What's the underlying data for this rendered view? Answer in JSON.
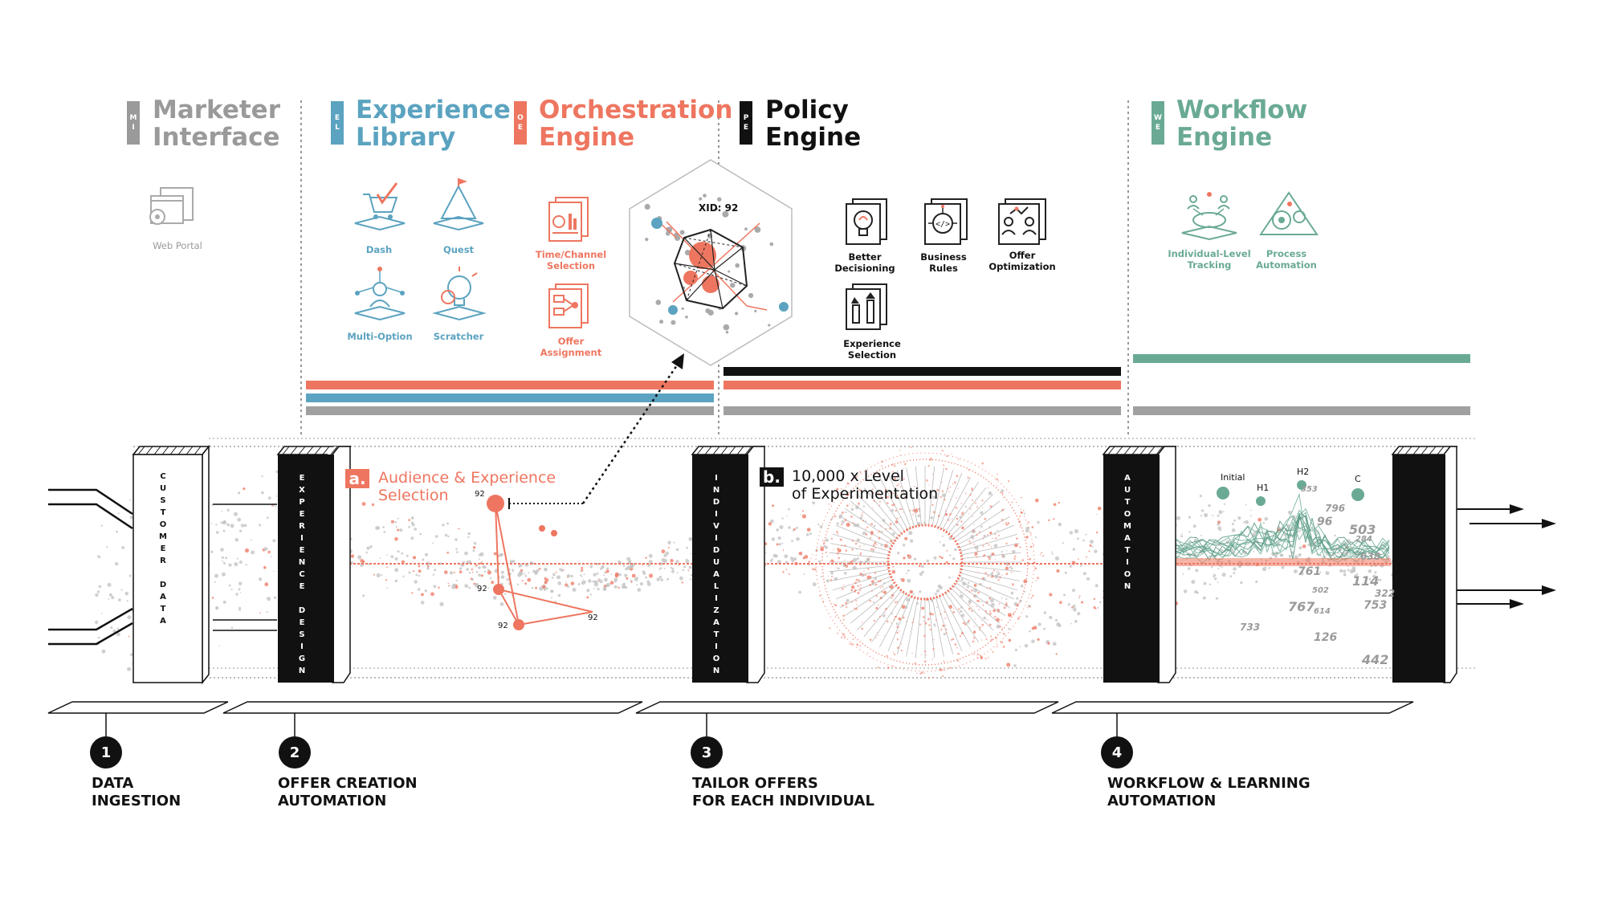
{
  "colors": {
    "gray": "#9a9a9a",
    "blue": "#5ba3c0",
    "coral": "#ee7660",
    "black": "#111111",
    "green": "#6aaa94",
    "particle_gray": "#bdbdbd"
  },
  "headers": [
    {
      "abbr": [
        "M",
        "I"
      ],
      "title": "Marketer\nInterface",
      "color": "gray"
    },
    {
      "abbr": [
        "E",
        "L"
      ],
      "title": "Experience\nLibrary",
      "color": "blue"
    },
    {
      "abbr": [
        "O",
        "E"
      ],
      "title": "Orchestration\nEngine",
      "color": "coral"
    },
    {
      "abbr": [
        "P",
        "E"
      ],
      "title": "Policy\nEngine",
      "color": "black"
    },
    {
      "abbr": [
        "W",
        "E"
      ],
      "title": "Workflow\nEngine",
      "color": "green"
    }
  ],
  "icons": {
    "marketer": [
      {
        "name": "web-portal-icon",
        "label": "Web Portal"
      }
    ],
    "library": [
      {
        "name": "dash-icon",
        "label": "Dash"
      },
      {
        "name": "quest-icon",
        "label": "Quest"
      },
      {
        "name": "multi-option-icon",
        "label": "Multi-Option"
      },
      {
        "name": "scratcher-icon",
        "label": "Scratcher"
      }
    ],
    "orchestration": [
      {
        "name": "time-channel-selection-icon",
        "label": "Time/Channel\nSelection"
      },
      {
        "name": "offer-assignment-icon",
        "label": "Offer\nAssignment"
      }
    ],
    "policy": [
      {
        "name": "better-decisioning-icon",
        "label": "Better\nDecisioning"
      },
      {
        "name": "business-rules-icon",
        "label": "Business\nRules"
      },
      {
        "name": "offer-optimization-icon",
        "label": "Offer\nOptimization"
      },
      {
        "name": "experience-selection-icon",
        "label": "Experience\nSelection"
      }
    ],
    "workflow": [
      {
        "name": "individual-level-tracking-icon",
        "label": "Individual-Level\nTracking"
      },
      {
        "name": "process-automation-icon",
        "label": "Process\nAutomation"
      }
    ]
  },
  "hexagon": {
    "label": "XID: 92"
  },
  "gates": [
    {
      "letters": [
        "C",
        "U",
        "S",
        "T",
        "O",
        "M",
        "E",
        "R",
        "",
        "D",
        "A",
        "T",
        "A"
      ],
      "style": "white"
    },
    {
      "letters": [
        "E",
        "X",
        "P",
        "E",
        "R",
        "I",
        "E",
        "N",
        "C",
        "E",
        "",
        "D",
        "E",
        "S",
        "I",
        "G",
        "N"
      ],
      "style": "black"
    },
    {
      "letters": [
        "I",
        "N",
        "D",
        "I",
        "V",
        "I",
        "D",
        "U",
        "A",
        "L",
        "I",
        "Z",
        "A",
        "T",
        "I",
        "O",
        "N"
      ],
      "style": "black"
    },
    {
      "letters": [
        "A",
        "U",
        "T",
        "O",
        "M",
        "A",
        "T",
        "I",
        "O",
        "N"
      ],
      "style": "black"
    }
  ],
  "annotations": [
    {
      "letter": "a.",
      "text": "Audience & Experience\nSelection"
    },
    {
      "letter": "b.",
      "text": "10,000 x Level\nof Experimentation"
    }
  ],
  "graph_labels": [
    "92",
    "92",
    "92",
    "92"
  ],
  "workflow_chart": {
    "markers": [
      "Initial",
      "H1",
      "H2",
      "C"
    ],
    "numbers": [
      "353",
      "796",
      "96",
      "503",
      "284",
      "638",
      "761",
      "114",
      "502",
      "322",
      "753",
      "767",
      "614",
      "733",
      "126",
      "442"
    ]
  },
  "stages": [
    {
      "number": "1",
      "label": "DATA\nINGESTION"
    },
    {
      "number": "2",
      "label": "OFFER CREATION\nAUTOMATION"
    },
    {
      "number": "3",
      "label": "TAILOR OFFERS\nFOR EACH INDIVIDUAL"
    },
    {
      "number": "4",
      "label": "WORKFLOW & LEARNING\nAUTOMATION"
    }
  ]
}
